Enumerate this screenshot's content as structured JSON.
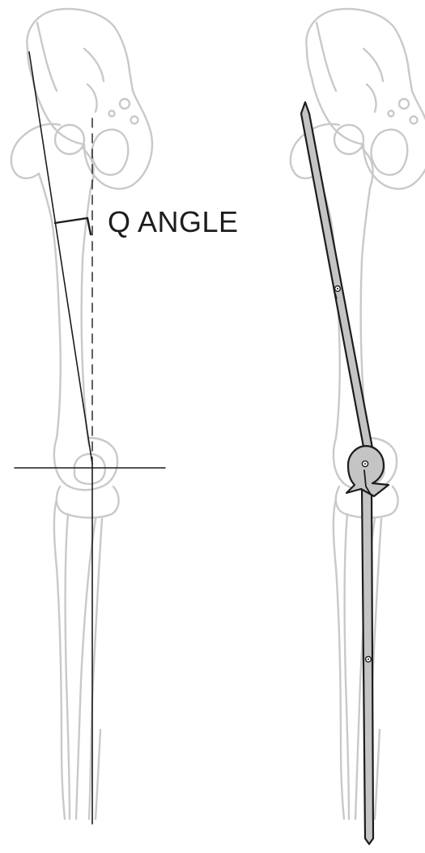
{
  "figure": {
    "label": "Q ANGLE",
    "colors": {
      "bone_outline": "#c9c9c9",
      "line": "#1c1c1c",
      "rod_fill": "#c4c4c4",
      "background": "#ffffff"
    },
    "panels": [
      "q-angle-diagram",
      "intramedullary-rod-diagram"
    ]
  }
}
